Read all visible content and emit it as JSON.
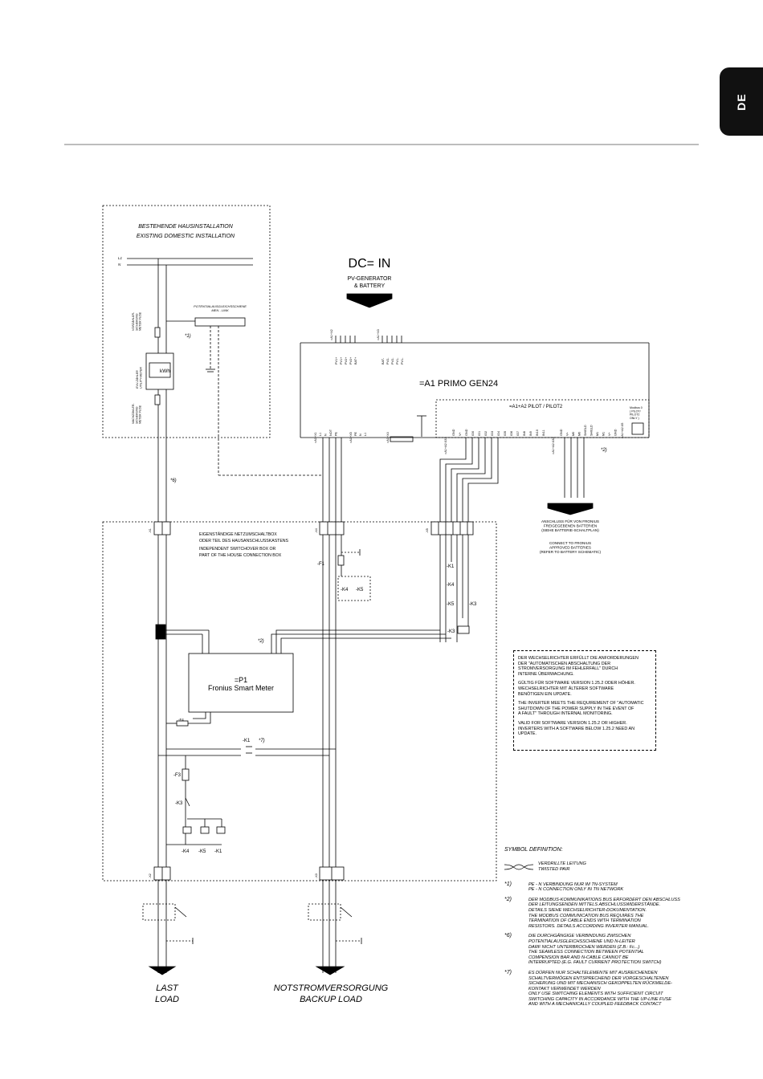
{
  "tab": {
    "label": "DE"
  },
  "domestic": {
    "title_de": "BESTEHENDE HAUSINSTALLATION",
    "title_en": "EXISTING DOMESTIC INSTALLATION",
    "l1": "L1",
    "n": "N",
    "fuse_top": "VORZÄHLER-\nSICHERUNG\nMETER FUSE",
    "meter_side": "EVU-ZÄHLER\nUTILITY-METER",
    "fuse_bottom": "NACHZÄHLER-\nSICHERUNG\nMETER FUSE",
    "kwh": "kWh",
    "potential": "POTENTIALAUSGLEICHSSCHIENE\nMEN - LINK",
    "ref1": "*1)"
  },
  "dc": {
    "title": "DC= IN",
    "sub1": "PV-GENERATOR",
    "sub2": "& BATTERY"
  },
  "inverter": {
    "name": "=A1    PRIMO GEN24",
    "pilot": "=A1+A2  PILOT  /  PILOT2",
    "x2_label": "=A1+X2",
    "x2_pins": [
      "PV1+",
      "PV1+",
      "PV2+",
      "PV2+",
      "BAT+"
    ],
    "x3_label": "=A1+X3",
    "x3_pins": [
      "BAT-",
      "PV2-",
      "PV2-",
      "PV1-",
      "PV1-"
    ],
    "x1_label": "=A1+X1",
    "x1_pins": [
      "L1",
      "N",
      "NOT",
      "PE"
    ],
    "x5_label": "=A1+X5",
    "x5_pins": [
      "PE",
      "N",
      "L1"
    ],
    "x4_label": "=A1+X4",
    "x33_label": "=A1+A2:X33",
    "x33_pins": [
      "GND",
      "V+",
      "GND",
      "IO0",
      "IO1",
      "IO2",
      "IO3",
      "IO4",
      "IO5",
      "IO6",
      "IO7",
      "IN8",
      "IN9",
      "IN10",
      "IN11"
    ],
    "x32_label": "=A1+A2:X32",
    "x32_pins": [
      "GND",
      "V+",
      "M0",
      "M0",
      "SHIELD",
      "SHIELD",
      "M1",
      "M1",
      "V+",
      "GND"
    ],
    "modbus": "Modbus 0\n( PILOT/\nPILOT2\nONLY )",
    "x35_label": "=A1+A2:X5",
    "ref2": "*2)"
  },
  "battery": {
    "de": "ANSCHLUSS FÜR VON FRONIUS\nFREIGEGEBENEN BATTERIEN\n(SIEHE BATTERIE-SCHALTPLAN)",
    "en": "CONNECT TO FRONIUS\nAPPROVED BATTERIES\n(REFER TO BATTERY SCHEMATIC)"
  },
  "switchbox": {
    "de1": "EIGENSTÄNDIGE NETZUMSCHALTBOX",
    "de2": "ODER TEIL DES HAUSANSCHLUSSKASTENS",
    "en1": "INDEPENDENT SWITCHOVER BOX OR",
    "en2": "PART OF THE HOUSE CONNECTION BOX",
    "x1": "-X1",
    "x4": "-X4",
    "x5": "-X5",
    "x2": "-X2",
    "x3": "-X3",
    "ref6": "*6)"
  },
  "relays": {
    "f1": "-F1",
    "f3": "-F3",
    "f4": "-F4",
    "k1": "-K1",
    "k3": "-K3",
    "k4": "-K4",
    "k5": "-K5",
    "k1ref": "*7)"
  },
  "meter": {
    "name": "=P1",
    "label": "Fronius Smart Meter",
    "ref2": "*2)"
  },
  "notes": {
    "p1": "DER WECHSELRICHTER ERFÜLLT DIE ANFORDERUNGEN\nDER \"AUTOMATISCHEN ABSCHALTUNG DER\nSTROMVERSORGUNG IM FEHLERFALL\" DURCH\nINTERNE ÜBERWACHUNG.",
    "p2": "GÜLTIG FÜR SOFTWARE VERSION 1.25.2 ODER HÖHER.\nWECHSELRICHTER MIT ÄLTERER SOFTWARE\nBENÖTIGEN EIN UPDATE.",
    "p3": "THE INVERTER MEETS THE REQUIREMENT OF \"AUTOMATIC\nSHUTDOWN OF THE POWER SUPPLY IN THE EVENT OF\nA FAULT\" THROUGH INTERNAL MONITORING.",
    "p4": "VALID FOR SOFTWARE VERSION 1.25.2 OR HIGHER.\nINVERTERS WITH A SOFTWARE BELOW 1.25.2 NEED AN\nUPDATE."
  },
  "legend": {
    "title": "SYMBOL DEFINITION:",
    "twist": "VERDRILLTE LEITUNG\nTWISTED PAIR",
    "k1": "*1)",
    "t1": "PE - N VERBINDUNG NUR IM TN-SYSTEM\nPE - N CONNECTION ONLY IN TN NETWORK",
    "k2": "*2)",
    "t2": "DER MODBUS-KOMMUNIKATIONS BUS ERFORDERT DEN ABSCHLUSS\nDER LEITUNGSENDEN MITTELS ABSCHLUSSWIDERSTÄNDE.\nDETAILS SIEHE WECHSELRICHTER-DOKUMENTATION.\nTHE MODBUS COMMUNICATION BUS REQUIRES THE\nTERMINATION OF CABLE ENDS WITH TERMINATION\nRESISTORS. DETAILS ACCORDING INVERTER MANUAL.",
    "k6": "*6)",
    "t6": "DIE DURCHGÄNGIGE VERBINDUNG ZWISCHEN\nPOTENTIALAUSGLEICHSSCHIENE UND N-LEITER\nDARF NICHT UNTERBROCHEN WERDEN (Z.B.: Fc...)\nTHE SEAMLESS CONNECTION BETWEEN POTENTIAL\nCOMPENSION BAR AND N-CABLE CANNOT BE\nINTERRUPTED (E.G. FAULT CURRENT PROTECTION SWITCH)",
    "k7": "*7)",
    "t7": "ES DÜRFEN NUR SCHALTELEMENTE MIT AUSREICHENDEN\nSCHALTVERMÖGEN ENTSPRECHEND DER VORGESCHALTENEN\nSICHERUNG UND MIT MECHANISCH GEKOPPELTEN RÜCKMELDE-\nKONTAKT VERWENDET WERDEN\nONLY USE SWITCHING ELEMENTS WITH SUFFICIENT CIRCUIT\nSWITCHING CAPACITY IN ACCORDANCE WITH THE UP-LINE FUSE\nAND WITH A MECHANICALLY COUPLED FEEDBACK CONTACT"
  },
  "outputs": {
    "load1": "LAST",
    "load2": "LOAD",
    "backup1": "NOTSTROMVERSORGUNG",
    "backup2": "BACKUP LOAD"
  }
}
